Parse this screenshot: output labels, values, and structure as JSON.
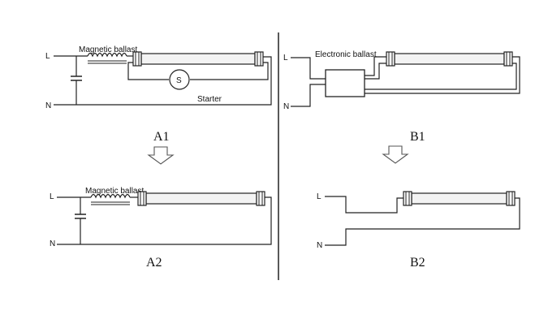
{
  "panel_a1": {
    "line_label": "L",
    "neutral_label": "N",
    "ballast_label": "Magnetic ballast",
    "starter_symbol": "S",
    "starter_label": "Starter"
  },
  "panel_a2": {
    "line_label": "L",
    "neutral_label": "N",
    "ballast_label": "Magnetic ballast"
  },
  "panel_b1": {
    "line_label": "L",
    "neutral_label": "N",
    "ballast_label": "Electronic ballast"
  },
  "panel_b2": {
    "line_label": "L",
    "neutral_label": "N"
  },
  "captions": {
    "a1": "A1",
    "a2": "A2",
    "b1": "B1",
    "b2": "B2"
  }
}
